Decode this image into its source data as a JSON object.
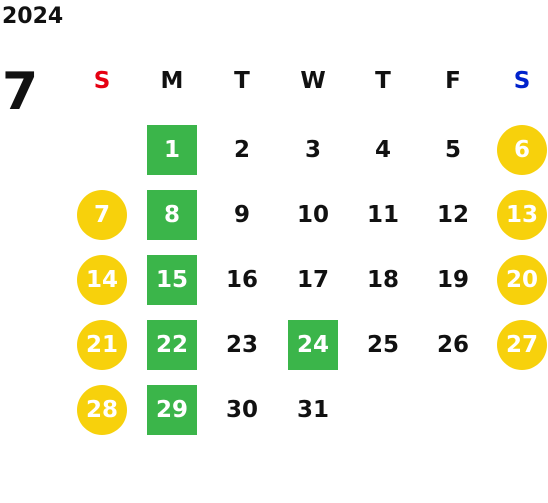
{
  "calendar": {
    "year": "2024",
    "month": "7",
    "weekdays": [
      "S",
      "M",
      "T",
      "W",
      "T",
      "F",
      "S"
    ],
    "weekday_colors": [
      "#e60012",
      "#111111",
      "#111111",
      "#111111",
      "#111111",
      "#111111",
      "#0022cc"
    ],
    "highlight_colors": {
      "weekend": "#f7d10c",
      "holiday": "#3bb54a"
    },
    "weeks": [
      [
        null,
        {
          "d": "1",
          "mark": "holiday"
        },
        {
          "d": "2"
        },
        {
          "d": "3"
        },
        {
          "d": "4"
        },
        {
          "d": "5"
        },
        {
          "d": "6",
          "mark": "weekend"
        }
      ],
      [
        {
          "d": "7",
          "mark": "weekend"
        },
        {
          "d": "8",
          "mark": "holiday"
        },
        {
          "d": "9"
        },
        {
          "d": "10"
        },
        {
          "d": "11"
        },
        {
          "d": "12"
        },
        {
          "d": "13",
          "mark": "weekend"
        }
      ],
      [
        {
          "d": "14",
          "mark": "weekend"
        },
        {
          "d": "15",
          "mark": "holiday"
        },
        {
          "d": "16"
        },
        {
          "d": "17"
        },
        {
          "d": "18"
        },
        {
          "d": "19"
        },
        {
          "d": "20",
          "mark": "weekend"
        }
      ],
      [
        {
          "d": "21",
          "mark": "weekend"
        },
        {
          "d": "22",
          "mark": "holiday"
        },
        {
          "d": "23"
        },
        {
          "d": "24",
          "mark": "holiday"
        },
        {
          "d": "25"
        },
        {
          "d": "26"
        },
        {
          "d": "27",
          "mark": "weekend"
        }
      ],
      [
        {
          "d": "28",
          "mark": "weekend"
        },
        {
          "d": "29",
          "mark": "holiday"
        },
        {
          "d": "30"
        },
        {
          "d": "31"
        },
        null,
        null,
        null
      ]
    ]
  }
}
